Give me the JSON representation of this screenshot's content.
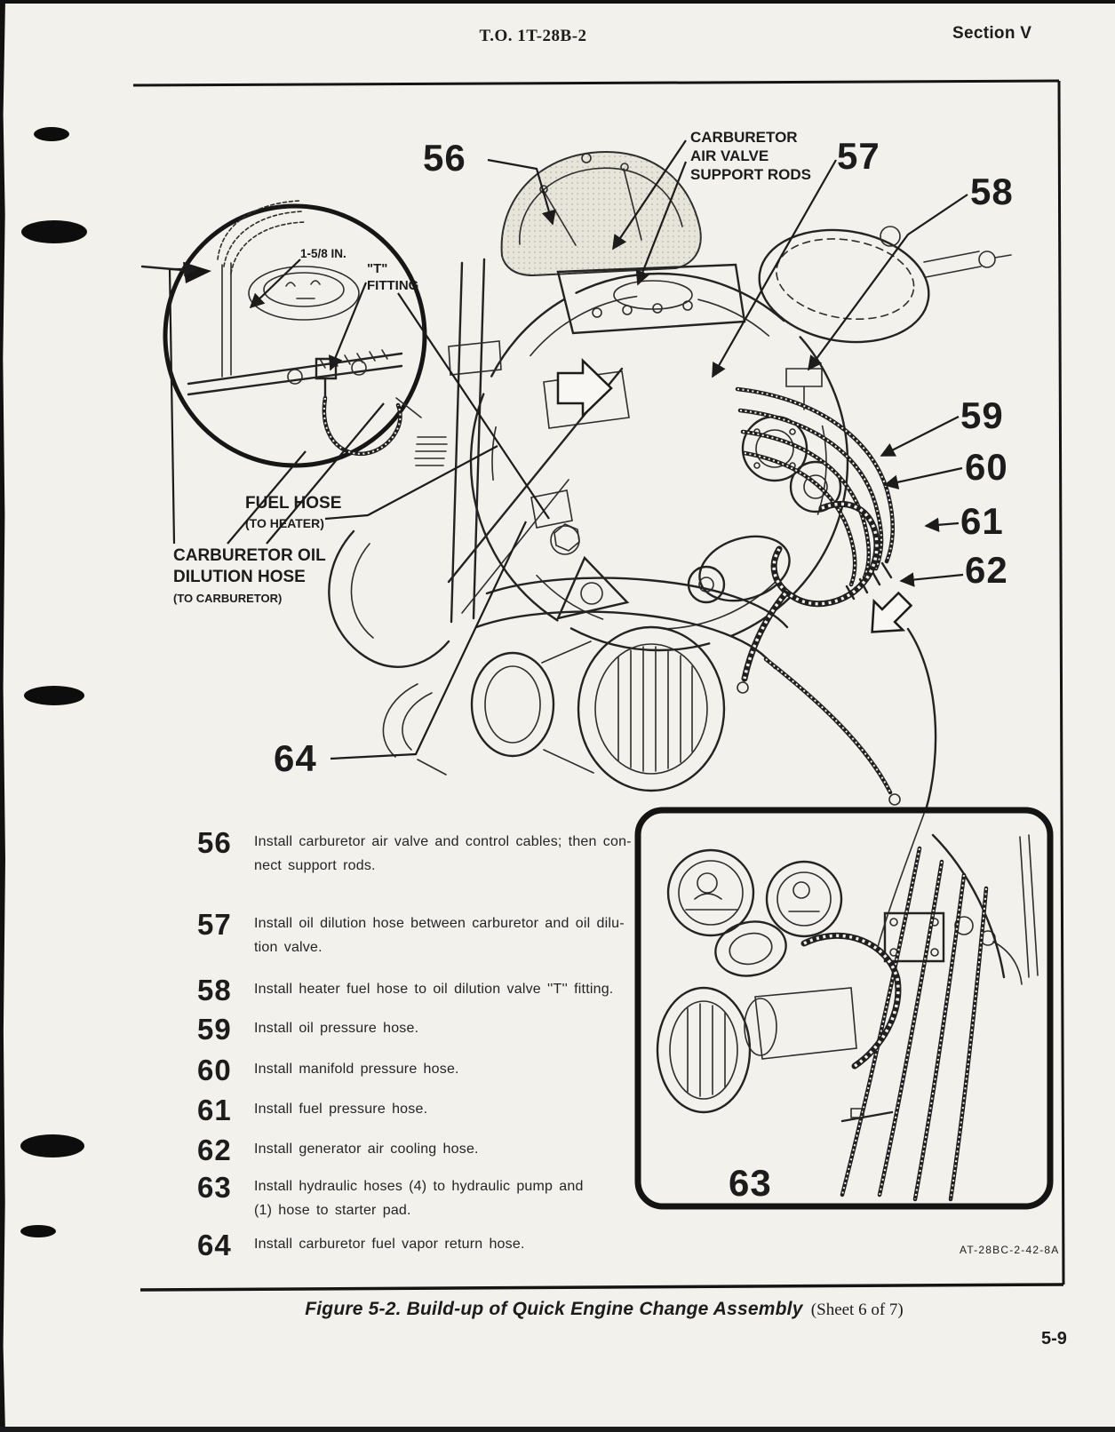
{
  "header": {
    "technical_order": "T.O. 1T-28B-2",
    "section": "Section V"
  },
  "figure": {
    "callouts": [
      "56",
      "57",
      "58",
      "59",
      "60",
      "61",
      "62",
      "63",
      "64"
    ],
    "labels": {
      "support_rods": [
        "CARBURETOR",
        "AIR VALVE",
        "SUPPORT RODS"
      ],
      "dimension": "1-5/8 IN.",
      "t_fitting": [
        "\"T\"",
        "FITTING"
      ],
      "fuel_hose": [
        "FUEL HOSE",
        "(TO HEATER)"
      ],
      "oil_dilution": [
        "CARBURETOR OIL",
        "DILUTION HOSE",
        "(TO CARBURETOR)"
      ]
    },
    "photo_ref": "AT-28BC-2-42-8A"
  },
  "steps": [
    {
      "num": "56",
      "lines": [
        "Install carburetor air valve and control cables; then con-",
        "nect support rods."
      ]
    },
    {
      "num": "57",
      "lines": [
        "Install oil dilution hose between carburetor and oil dilu-",
        "tion valve."
      ]
    },
    {
      "num": "58",
      "lines": [
        "Install heater fuel hose to oil dilution valve ''T'' fitting."
      ]
    },
    {
      "num": "59",
      "lines": [
        "Install oil pressure hose."
      ]
    },
    {
      "num": "60",
      "lines": [
        "Install manifold pressure hose."
      ]
    },
    {
      "num": "61",
      "lines": [
        "Install fuel pressure hose."
      ]
    },
    {
      "num": "62",
      "lines": [
        "Install generator air cooling hose."
      ]
    },
    {
      "num": "63",
      "lines": [
        "Install hydraulic hoses (4) to hydraulic pump and",
        "(1) hose to starter pad."
      ]
    },
    {
      "num": "64",
      "lines": [
        "Install carburetor fuel vapor return hose."
      ]
    }
  ],
  "caption": {
    "figure_title": "Figure 5-2. Build-up of Quick Engine Change Assembly",
    "sheet": "(Sheet 6 of 7)"
  },
  "page_number": "5-9"
}
